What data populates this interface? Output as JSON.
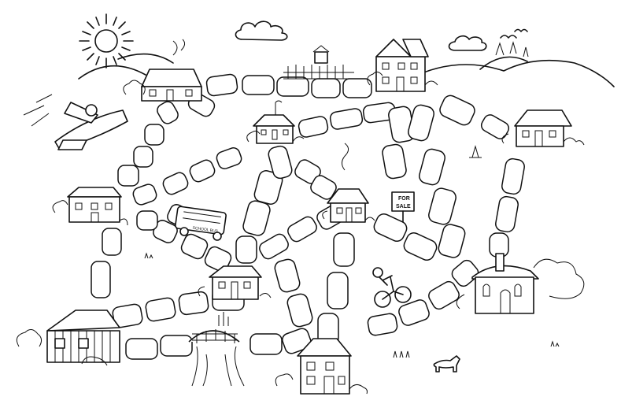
{
  "board": {
    "background": "#ffffff",
    "ink": "#111111"
  },
  "sign": {
    "line1": "FOR",
    "line2": "SALE"
  },
  "bus": {
    "lettering": "SCHOOL BUS"
  },
  "icons": [
    "sun-icon",
    "airplane-icon",
    "school-bus-icon",
    "cyclist-icon",
    "horse-icon",
    "bridge-icon",
    "for-sale-sign-icon",
    "cloud-icon",
    "bird-icon",
    "house-icon"
  ]
}
